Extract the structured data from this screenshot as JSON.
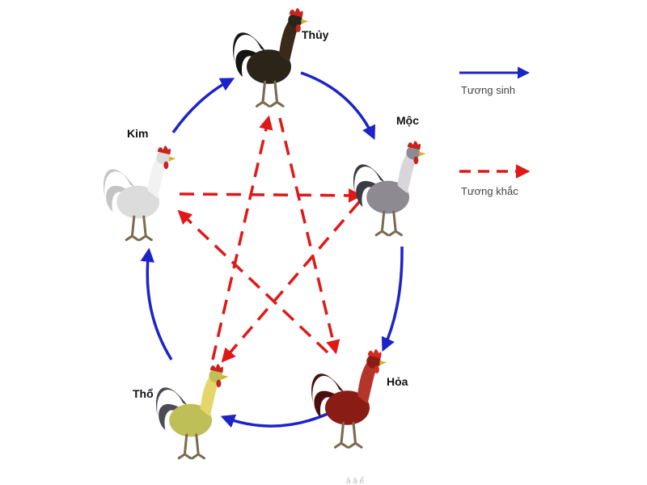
{
  "nodes": [
    {
      "id": "thuy",
      "label": "Thủy",
      "body": "#2b2418",
      "tail": "#141414",
      "accent": "#3a2a1a",
      "comb": "#c8241c"
    },
    {
      "id": "moc",
      "label": "Mộc",
      "body": "#8d8a92",
      "tail": "#3c3b44",
      "accent": "#d8d6dc",
      "comb": "#c8241c"
    },
    {
      "id": "hoa",
      "label": "Hỏa",
      "body": "#8a1c16",
      "tail": "#4a0f0c",
      "accent": "#b5352a",
      "comb": "#d22a1e"
    },
    {
      "id": "tho",
      "label": "Thổ",
      "body": "#bfbf58",
      "tail": "#4b4b55",
      "accent": "#e6d66a",
      "comb": "#c8241c"
    },
    {
      "id": "kim",
      "label": "Kim",
      "body": "#dcdcdc",
      "tail": "#c4c4c4",
      "accent": "#f2f2f2",
      "comb": "#c8241c"
    }
  ],
  "legend": {
    "generating": {
      "label": "Tương sinh",
      "color": "#1c24c8"
    },
    "overcoming": {
      "label": "Tương khắc",
      "color": "#e01818"
    }
  },
  "generating_cycle": [
    [
      "thuy",
      "moc"
    ],
    [
      "moc",
      "hoa"
    ],
    [
      "hoa",
      "tho"
    ],
    [
      "tho",
      "kim"
    ],
    [
      "kim",
      "thuy"
    ]
  ],
  "overcoming_cycle": [
    [
      "thuy",
      "hoa"
    ],
    [
      "hoa",
      "kim"
    ],
    [
      "kim",
      "moc"
    ],
    [
      "moc",
      "tho"
    ],
    [
      "tho",
      "thuy"
    ]
  ],
  "footer": "ả        ả  ể"
}
